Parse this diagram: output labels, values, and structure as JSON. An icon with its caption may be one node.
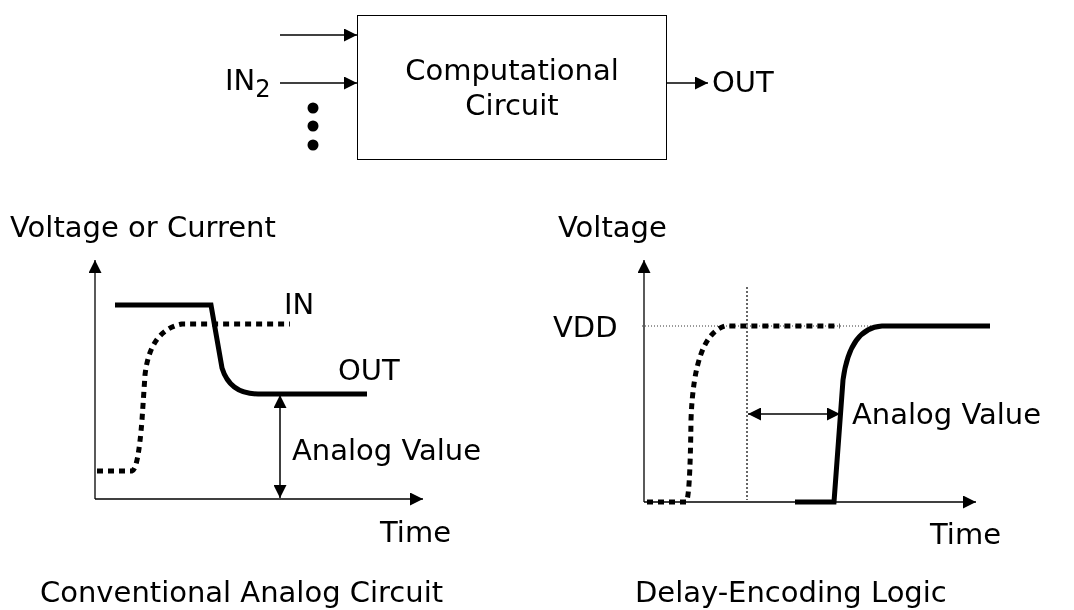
{
  "diagram": {
    "nodes": [
      {
        "text": [
          "Computational Circuit"
        ]
      },
      {
        "text": [
          "IN$_{2}$"
        ]
      },
      {
        "text": [
          "OUT"
        ]
      }
    ],
    "edges": [
      {
        "from": null,
        "to": 0,
        "arrow": "to"
      },
      {
        "from": 1,
        "to": 0,
        "arrow": "to"
      },
      {
        "from": 0,
        "to": 2,
        "arrow": "to"
      }
    ],
    "labels": [
      "Voltage or Current",
      "IN",
      "OUT",
      "Analog Value",
      "Time",
      "Conventional Analog Circuit",
      "Voltage",
      "VDD",
      "Analog Value",
      "Time",
      "Delay-Encoding Logic"
    ]
  }
}
